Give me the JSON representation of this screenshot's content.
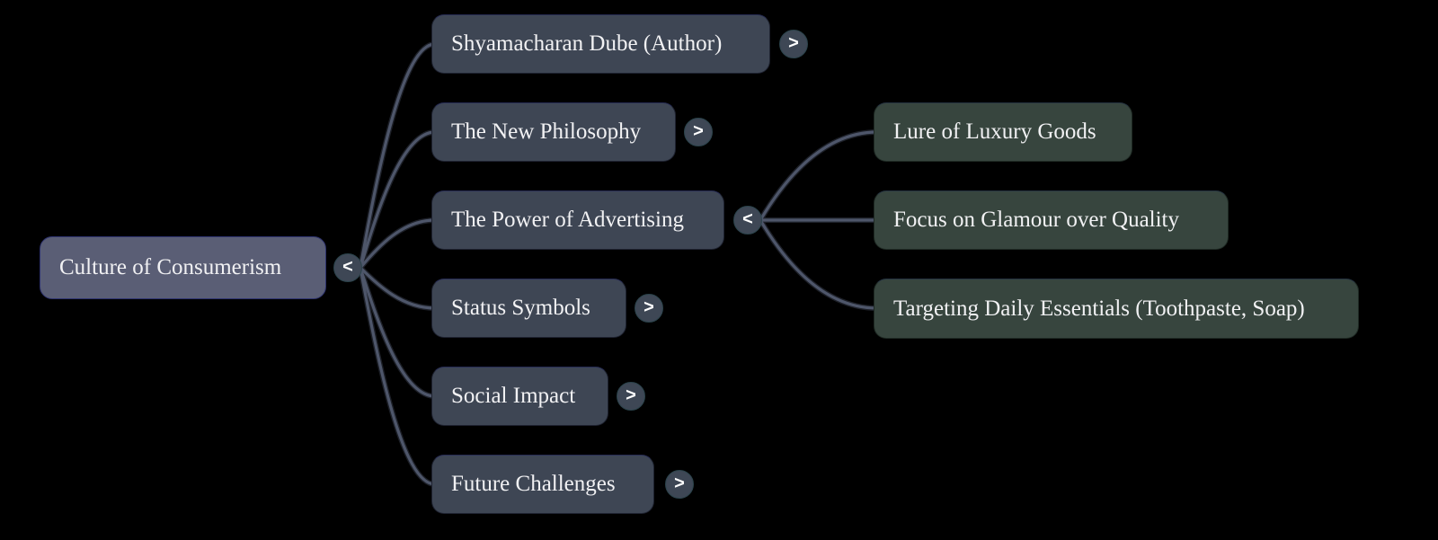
{
  "diagram": {
    "type": "mindmap",
    "background_color": "#000000",
    "colors": {
      "root_fill": "#5a5e75",
      "root_border": "#2e336f",
      "branch_fill": "#3e4654",
      "branch_border": "#1e2230",
      "leaf_fill": "#37453e",
      "leaf_border": "#1f2a24",
      "edge_line": "#4e566a",
      "text": "#f1f1f3",
      "toggle_fill": "#3e4755",
      "toggle_glyph": "#ffffff"
    },
    "root": {
      "label": "Culture of Consumerism",
      "toggle": "<"
    },
    "branches": [
      {
        "label": "Shyamacharan Dube (Author)",
        "toggle": ">"
      },
      {
        "label": "The New Philosophy",
        "toggle": ">"
      },
      {
        "label": "The Power of Advertising",
        "toggle": "<"
      },
      {
        "label": "Status Symbols",
        "toggle": ">"
      },
      {
        "label": "Social Impact",
        "toggle": ">"
      },
      {
        "label": "Future Challenges",
        "toggle": ">"
      }
    ],
    "leaves": [
      {
        "label": "Lure of Luxury Goods"
      },
      {
        "label": "Focus on Glamour over Quality"
      },
      {
        "label": "Targeting Daily Essentials (Toothpaste, Soap)"
      }
    ]
  }
}
